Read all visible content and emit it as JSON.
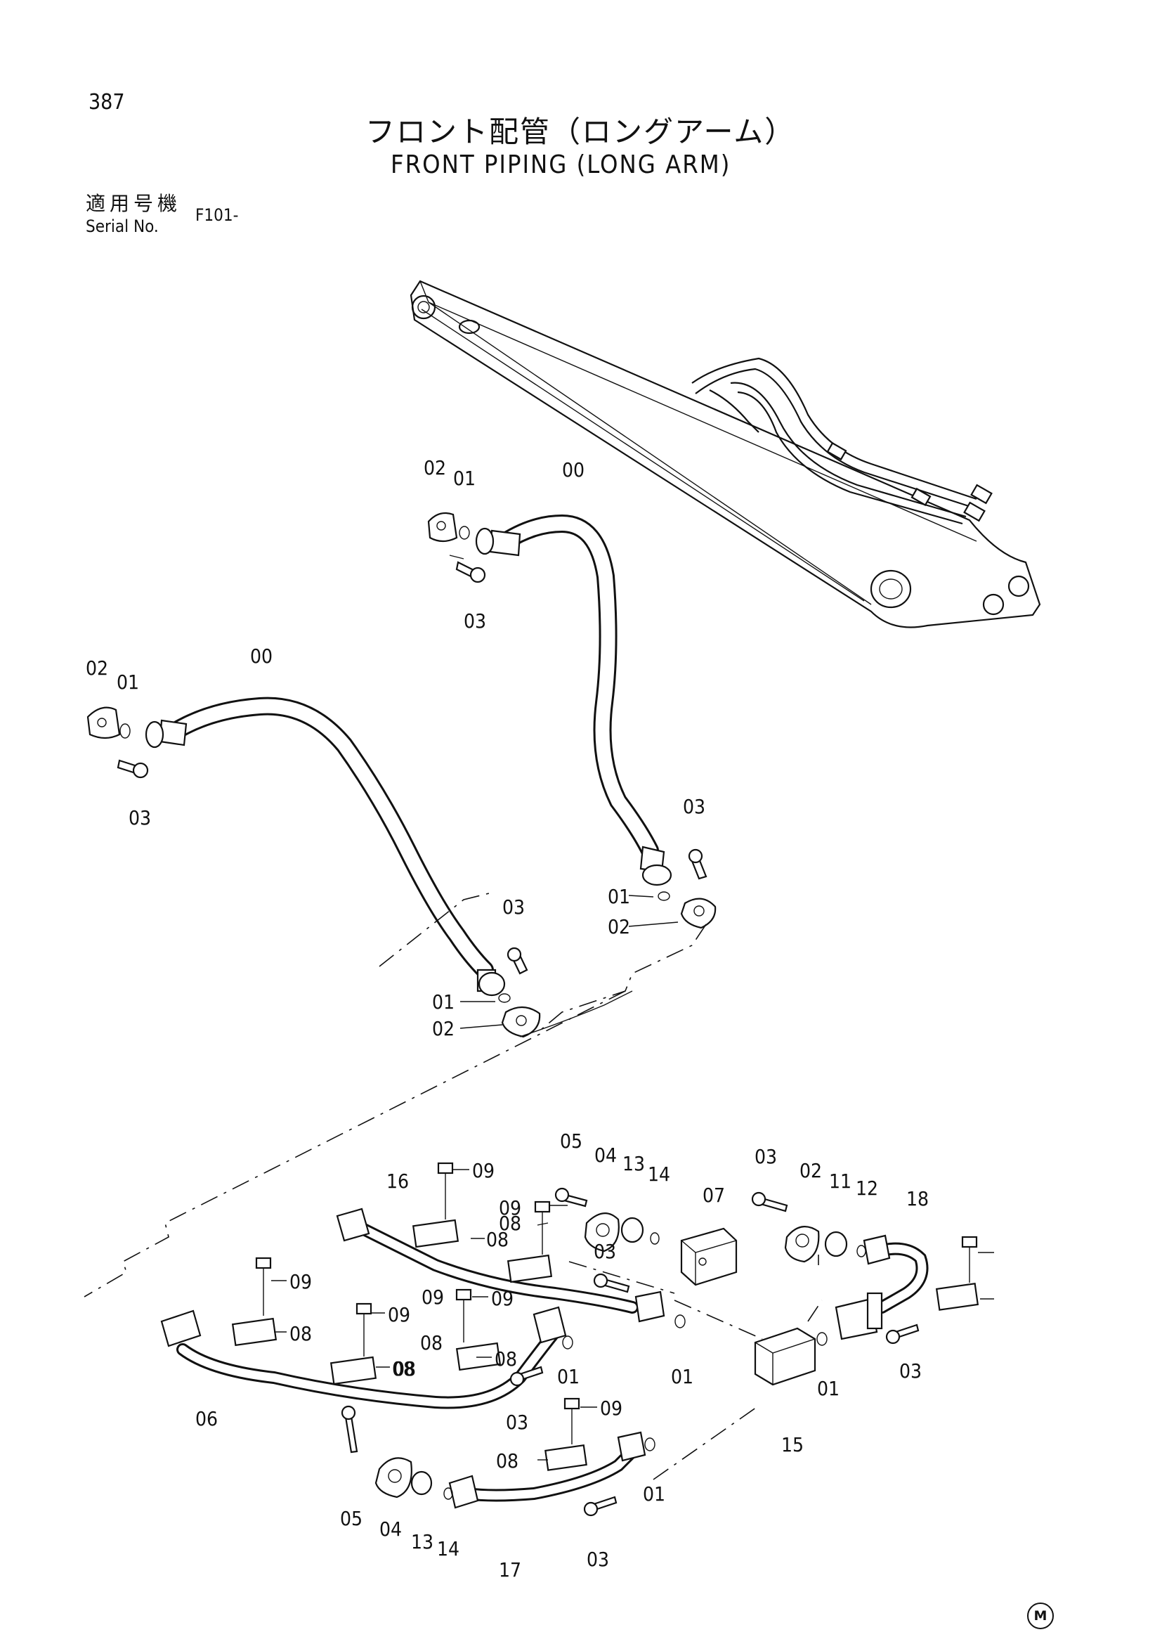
{
  "page": {
    "number": "387",
    "title_jp": "フロント配管（ロングアーム）",
    "title_en": "FRONT PIPING (LONG ARM)",
    "serial_label_jp": "適用号機",
    "serial_label_en": "Serial No.",
    "serial_value": "F101-",
    "corner_mark": "M"
  },
  "diagram": {
    "callouts": [
      {
        "id": "c1",
        "text": "02"
      },
      {
        "id": "c2",
        "text": "01"
      },
      {
        "id": "c3",
        "text": "00"
      },
      {
        "id": "c4",
        "text": "03"
      },
      {
        "id": "c5",
        "text": "02"
      },
      {
        "id": "c6",
        "text": "01"
      },
      {
        "id": "c7",
        "text": "00"
      },
      {
        "id": "c8",
        "text": "03"
      },
      {
        "id": "c9",
        "text": "03"
      },
      {
        "id": "c10",
        "text": "01"
      },
      {
        "id": "c11",
        "text": "02"
      },
      {
        "id": "c12",
        "text": "03"
      },
      {
        "id": "c13",
        "text": "01"
      },
      {
        "id": "c14",
        "text": "02"
      },
      {
        "id": "c15",
        "text": "05"
      },
      {
        "id": "c16",
        "text": "04"
      },
      {
        "id": "c17",
        "text": "13"
      },
      {
        "id": "c18",
        "text": "14"
      },
      {
        "id": "c19",
        "text": "07"
      },
      {
        "id": "c20",
        "text": "03"
      },
      {
        "id": "c21",
        "text": "02"
      },
      {
        "id": "c22",
        "text": "11"
      },
      {
        "id": "c23",
        "text": "12"
      },
      {
        "id": "c24",
        "text": "18"
      },
      {
        "id": "c25",
        "text": "09"
      },
      {
        "id": "c26",
        "text": "16"
      },
      {
        "id": "c27",
        "text": "09"
      },
      {
        "id": "c28",
        "text": "08"
      },
      {
        "id": "c29",
        "text": "08"
      },
      {
        "id": "c30",
        "text": "03"
      },
      {
        "id": "c31",
        "text": "09"
      },
      {
        "id": "c32",
        "text": "08"
      },
      {
        "id": "c33",
        "text": "09"
      },
      {
        "id": "c34",
        "text": "08"
      },
      {
        "id": "c35",
        "text": "09"
      },
      {
        "id": "c36",
        "text": "08"
      },
      {
        "id": "c37",
        "text": "08"
      },
      {
        "id": "c38",
        "text": "09"
      },
      {
        "id": "c39",
        "text": "08"
      },
      {
        "id": "c40",
        "text": "01"
      },
      {
        "id": "c41",
        "text": "01"
      },
      {
        "id": "c42",
        "text": "01"
      },
      {
        "id": "c43",
        "text": "03"
      },
      {
        "id": "c44",
        "text": "06"
      },
      {
        "id": "c45",
        "text": "03"
      },
      {
        "id": "c46",
        "text": "15"
      },
      {
        "id": "c47",
        "text": "09"
      },
      {
        "id": "c48",
        "text": "08"
      },
      {
        "id": "c49",
        "text": "01"
      },
      {
        "id": "c50",
        "text": "05"
      },
      {
        "id": "c51",
        "text": "04"
      },
      {
        "id": "c52",
        "text": "13"
      },
      {
        "id": "c53",
        "text": "14"
      },
      {
        "id": "c54",
        "text": "17"
      },
      {
        "id": "c55",
        "text": "03"
      }
    ]
  }
}
